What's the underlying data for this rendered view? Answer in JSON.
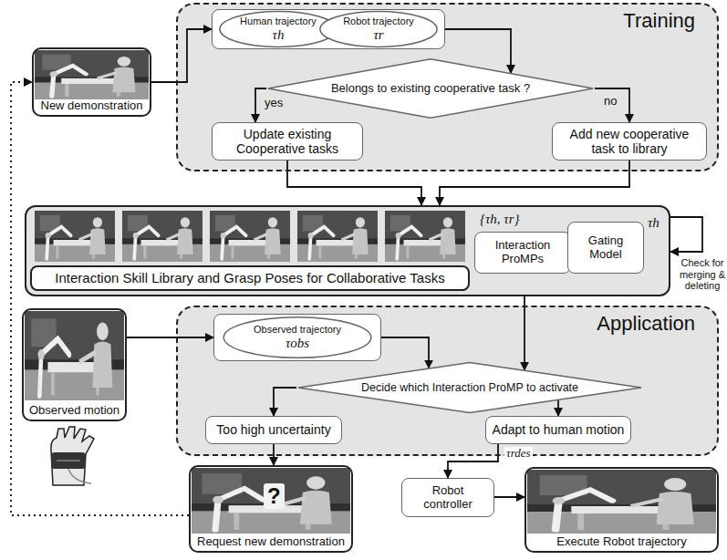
{
  "diagram": {
    "nodes": [
      {
        "text": [
          "New demonstration"
        ]
      },
      {
        "text": [
          "Training"
        ]
      },
      {
        "text": [],
        "in": 1
      },
      {
        "text": [
          "Human trajectory",
          "τh"
        ],
        "in": 2
      },
      {
        "text": [
          "Robot trajectory",
          "τr"
        ],
        "in": 2
      },
      {
        "text": [
          "Belongs to existing cooperative task ?"
        ],
        "in": 1
      },
      {
        "text": [
          "Update existing Cooperative tasks"
        ],
        "in": 1
      },
      {
        "text": [
          "Add new cooperative task to library"
        ],
        "in": 1
      },
      {
        "text": []
      },
      {
        "text": [
          "Interaction Skill Library and Grasp Poses for Collaborative Tasks"
        ],
        "in": 8
      },
      {
        "text": [
          "Interaction ProMPs"
        ],
        "in": 8
      },
      {
        "text": [
          "Gating Model"
        ],
        "in": 8
      },
      {
        "text": [
          "Observed motion"
        ]
      },
      {
        "text": [
          "Application"
        ]
      },
      {
        "text": [],
        "in": 13
      },
      {
        "text": [
          "Observed trajectory",
          "τobs"
        ],
        "in": 14
      },
      {
        "text": [
          "Decide which Interaction ProMP to activate"
        ],
        "in": 13
      },
      {
        "text": [
          "Too high uncertainty"
        ],
        "in": 13
      },
      {
        "text": [
          "Adapt to human motion"
        ],
        "in": 13
      },
      {
        "text": [
          "Request new demonstration"
        ]
      },
      {
        "text": [
          "Robot controller"
        ]
      },
      {
        "text": [
          "Execute Robot trajectory"
        ]
      }
    ],
    "edges": [
      {
        "from": 0,
        "to": 2,
        "arrow": "to"
      },
      {
        "from": 2,
        "to": 5,
        "arrow": "to"
      },
      {
        "from": 5,
        "to": 6,
        "label": "yes",
        "arrow": "to"
      },
      {
        "from": 5,
        "to": 7,
        "label": "no",
        "arrow": "to"
      },
      {
        "from": 6,
        "to": 8,
        "arrow": "to"
      },
      {
        "from": 7,
        "to": 8,
        "arrow": "to"
      },
      {
        "from": 8,
        "to": 8,
        "label": "Check for merging & deleting",
        "arrow": "to"
      },
      {
        "from": 12,
        "to": 14,
        "arrow": "to"
      },
      {
        "from": 14,
        "to": 16,
        "arrow": "to"
      },
      {
        "from": 8,
        "to": 16,
        "arrow": "to"
      },
      {
        "from": 16,
        "to": 17,
        "arrow": "to"
      },
      {
        "from": 16,
        "to": 18,
        "arrow": "to"
      },
      {
        "from": 17,
        "to": 19,
        "arrow": "to"
      },
      {
        "from": 18,
        "to": 20,
        "label": "τrdes",
        "arrow": "to"
      },
      {
        "from": 20,
        "to": 21,
        "arrow": "to"
      },
      {
        "from": 19,
        "to": 0,
        "arrow": "to"
      }
    ],
    "labels": [
      "{τh, τr}",
      "τh",
      "?"
    ]
  }
}
